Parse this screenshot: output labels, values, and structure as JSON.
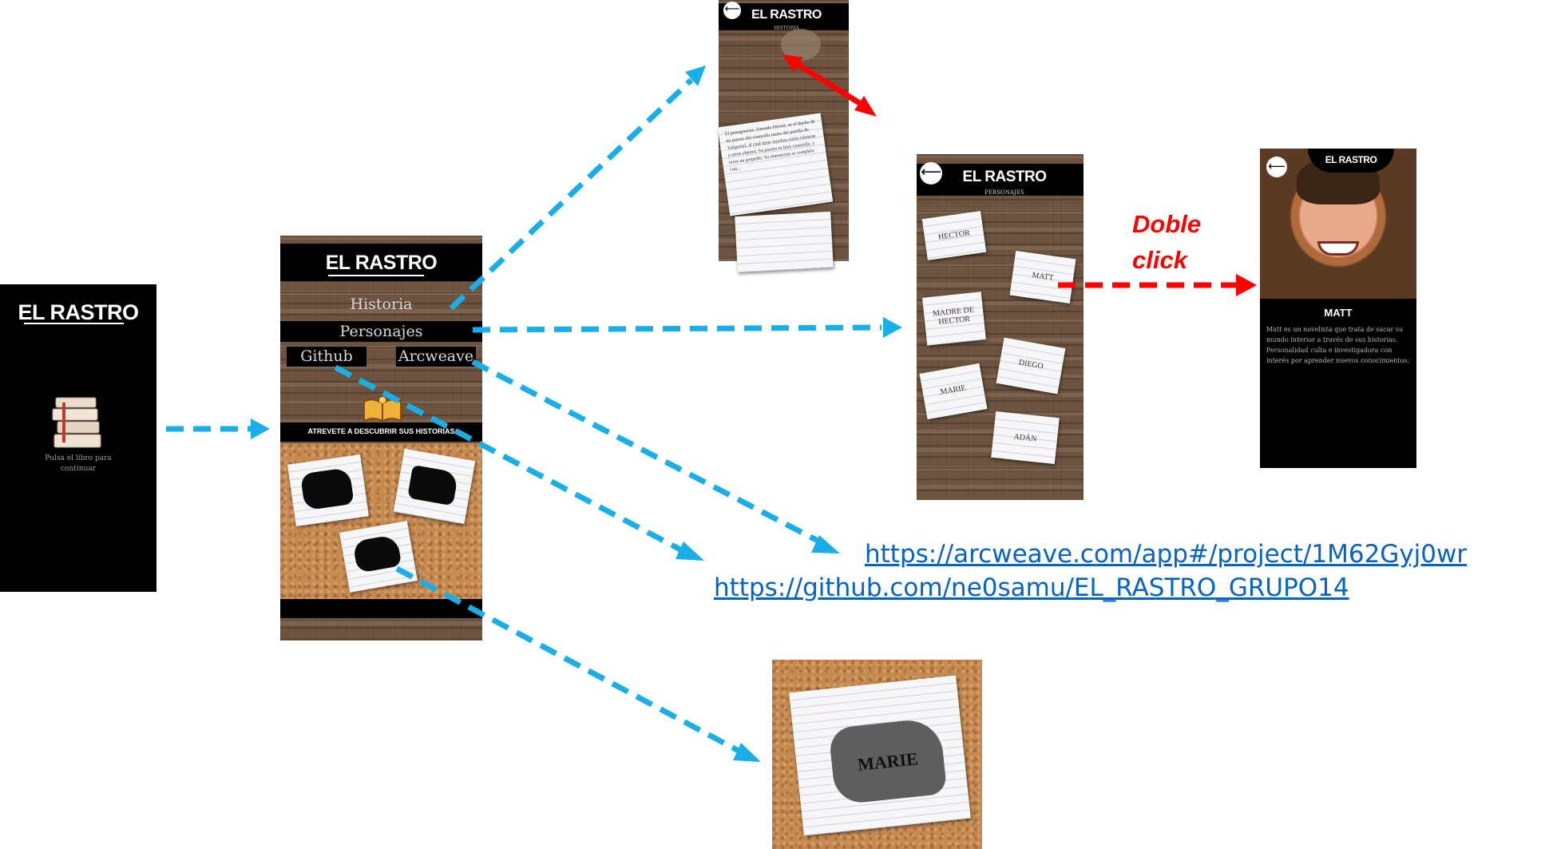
{
  "app_name": "EL RASTRO",
  "splash": {
    "title": "EL RASTRO",
    "hint_line1": "Pulsa el libro para",
    "hint_line2": "continuar"
  },
  "menu": {
    "title": "EL RASTRO",
    "items": [
      "Historia",
      "Personajes",
      "Github",
      "Arcweave"
    ],
    "banner": "ATREVETE A DESCUBRIR SUS HISTORIAS"
  },
  "historia": {
    "title": "EL RASTRO",
    "subtitle": "HISTORIA",
    "text": "El protagonista, llamado Héctor, es el dueño de un puesto del conocido rastro del pueblo de Tuliportal, al cual tiene muchos como cámaras y otros objetos. Su puesto es bien conocido, y otros un pequeño. Su muestrario se completa con...",
    "back_icon": "back-arrow-icon"
  },
  "personajes": {
    "title": "EL RASTRO",
    "subtitle": "PERSONAJES",
    "cards": [
      "HECTOR",
      "MATT",
      "MADRE DE HECTOR",
      "DIEGO",
      "MARIE",
      "ADÁN"
    ]
  },
  "doble_click": {
    "line1": "Doble",
    "line2": "click"
  },
  "matt": {
    "title": "EL RASTRO",
    "name": "MATT",
    "description": "Matt es un novelista que trata de sacar su mundo interior a través de sus historias. Personalidad culta e investigadora con interés por aprender nuevos conocimientos."
  },
  "links": {
    "arcweave": "https://arcweave.com/app#/project/1M62Gyj0wr",
    "github": "https://github.com/ne0samu/EL_RASTRO_GRUPO14"
  },
  "marie_detail": {
    "label": "MARIE"
  },
  "colors": {
    "blue_arrow": "#1aaee8",
    "red_arrow": "#ff0000",
    "doble_click_text": "#ff0000",
    "link": "#0563c1"
  }
}
